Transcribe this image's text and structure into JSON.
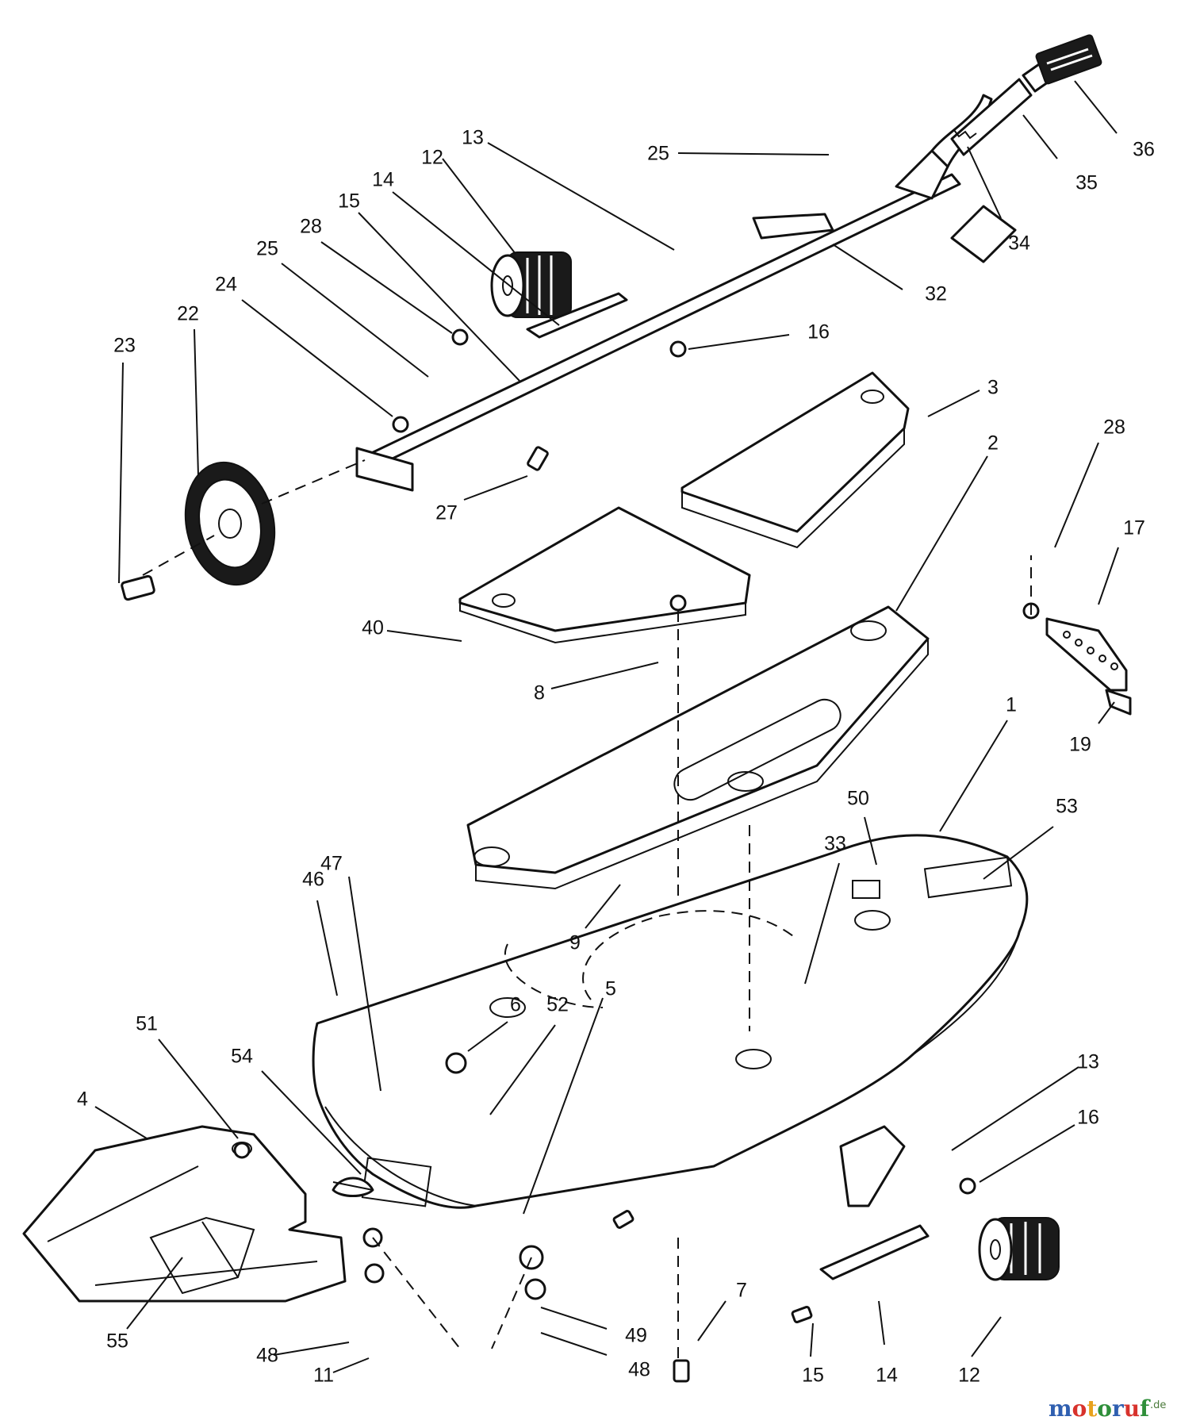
{
  "diagram": {
    "callouts": [
      "1",
      "2",
      "3",
      "4",
      "5",
      "6",
      "7",
      "8",
      "9",
      "11",
      "12",
      "12",
      "13",
      "13",
      "14",
      "14",
      "15",
      "15",
      "16",
      "16",
      "17",
      "19",
      "22",
      "23",
      "24",
      "25",
      "25",
      "27",
      "28",
      "28",
      "32",
      "33",
      "34",
      "35",
      "36",
      "40",
      "46",
      "47",
      "48",
      "48",
      "49",
      "50",
      "51",
      "52",
      "53",
      "54",
      "55"
    ]
  },
  "watermark": {
    "letters": [
      "m",
      "o",
      "t",
      "o",
      "r",
      "u",
      "f"
    ],
    "colors": [
      "#2f5fb0",
      "#d8322c",
      "#e8a21c",
      "#2f8f3a",
      "#2f5fb0",
      "#d8322c",
      "#2f8f3a"
    ],
    "suffix": ".de"
  }
}
